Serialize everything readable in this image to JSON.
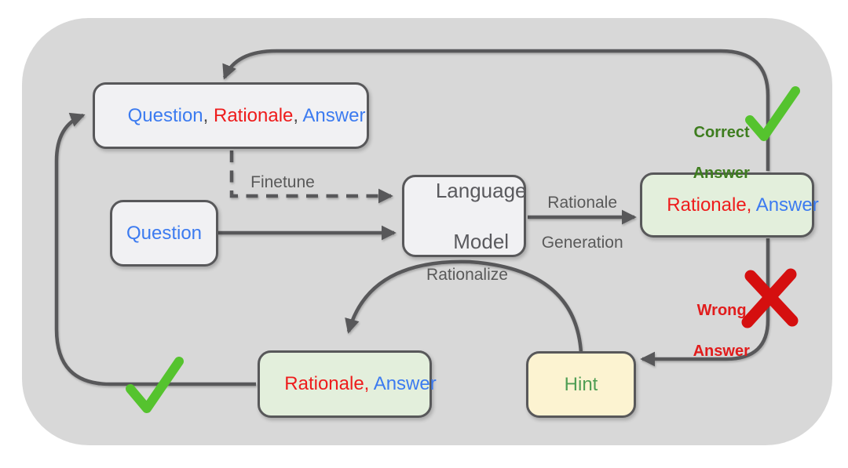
{
  "figure": {
    "type": "flow-diagram",
    "description": "Self-taught reasoning loop: a language model generates rationales and answers, correct answers are used to finetune, wrong answers trigger a hint and rationalization."
  },
  "colors": {
    "page_background": "#ffffff",
    "panel_background": "#d8d8d8",
    "node_fill": "#f1f1f3",
    "node_fill_green": "#e3efdc",
    "node_fill_yellow": "#fcf3d1",
    "node_border": "#58585a",
    "connector": "#58585a",
    "text_blue": "#3c7bf0",
    "text_red": "#ee1c1c",
    "text_gray": "#595959",
    "text_dark_green": "#3e7d1f",
    "check_green": "#55c32e",
    "cross_red": "#d50f0f",
    "hint_text_green": "#4f9e54"
  },
  "nodes": {
    "qra_top": {
      "tokens": {
        "question": "Question",
        "comma1": ", ",
        "rationale": "Rationale",
        "comma2": ", ",
        "answer": "Answer"
      }
    },
    "question": {
      "label": "Question"
    },
    "language_model": {
      "line1": "Language",
      "line2": "Model"
    },
    "ra_right": {
      "tokens": {
        "rationale": "Rationale, ",
        "answer": "Answer"
      }
    },
    "ra_bottom": {
      "tokens": {
        "rationale": "Rationale, ",
        "answer": "Answer"
      }
    },
    "hint": {
      "label": "Hint"
    }
  },
  "labels": {
    "finetune": "Finetune",
    "rationale_generation_line1": "Rationale",
    "rationale_generation_line2": "Generation",
    "rationalize": "Rationalize",
    "correct_line1": "Correct",
    "correct_line2": "Answer",
    "wrong_line1": "Wrong",
    "wrong_line2": "Answer"
  },
  "icons": {
    "correct_check": "green-checkmark",
    "loop_check": "green-checkmark",
    "wrong_cross": "red-x"
  },
  "edges": [
    {
      "from": "question",
      "to": "language_model",
      "style": "solid",
      "label": ""
    },
    {
      "from": "qra_top",
      "to": "language_model",
      "style": "dashed",
      "label": "Finetune"
    },
    {
      "from": "language_model",
      "to": "ra_right",
      "style": "solid",
      "label": "Rationale Generation"
    },
    {
      "from": "ra_right",
      "to": "qra_top",
      "style": "solid",
      "label": "Correct Answer",
      "via": "top loop"
    },
    {
      "from": "ra_right",
      "to": "hint",
      "style": "solid",
      "label": "Wrong Answer",
      "via": "right loop"
    },
    {
      "from": "hint",
      "to": "ra_bottom",
      "style": "solid",
      "label": "Rationalize",
      "via": "arc under language model"
    },
    {
      "from": "ra_bottom",
      "to": "qra_top",
      "style": "solid",
      "label": "",
      "via": "left loop with checkmark"
    }
  ]
}
